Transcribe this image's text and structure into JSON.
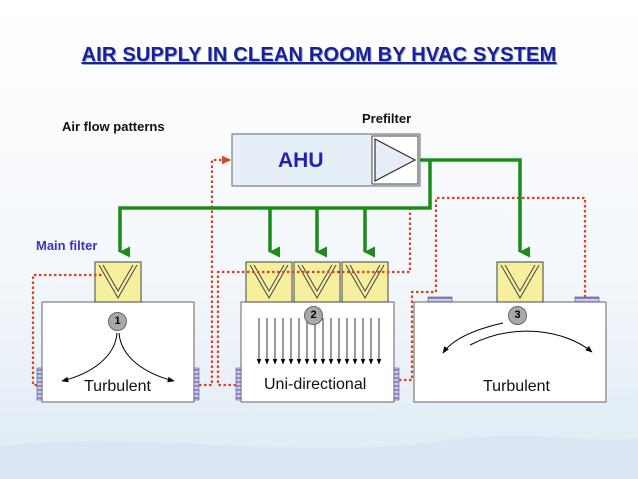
{
  "title": "AIR SUPPLY IN CLEAN ROOM BY HVAC SYSTEM",
  "labels": {
    "air_flow_patterns": "Air flow patterns",
    "prefilter": "Prefilter",
    "main_filter": "Main filter",
    "ahu": "AHU"
  },
  "rooms": [
    {
      "number": "1",
      "label": "Turbulent"
    },
    {
      "number": "2",
      "label": "Uni-directional"
    },
    {
      "number": "3",
      "label": "Turbulent"
    }
  ],
  "colors": {
    "title": "#1a1f9e",
    "supply_line": "#1a8c1a",
    "return_line": "#e0401e",
    "filter_fill": "#f5ef9e",
    "ahu_fill": "#e6eff8",
    "main_filter_text": "#3b33b8"
  }
}
